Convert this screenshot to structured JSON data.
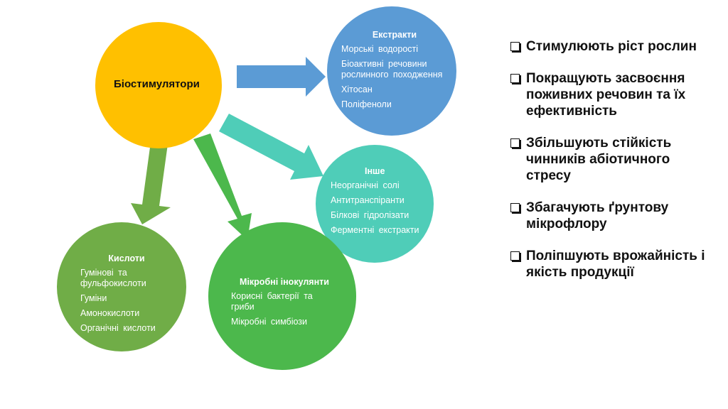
{
  "center": {
    "label": "Біостимулятори",
    "color": "#FFC000"
  },
  "circles": {
    "extracts": {
      "title": "Екстракти",
      "items": [
        "Морські водорості",
        "Біоактивні речовини рослинного походження",
        "Хітосан",
        "Поліфеноли"
      ],
      "color": "#5B9BD5"
    },
    "other": {
      "title": "Інше",
      "items": [
        "Неорганічні солі",
        "Антитранспіранти",
        "Білкові гідролізати",
        "Ферментні екстракти"
      ],
      "color": "#4FCDB8"
    },
    "acids": {
      "title": "Кислоти",
      "items": [
        "Гумінові та фульфокислоти",
        "Гуміни",
        "Амонокислоти",
        "Органічні кислоти"
      ],
      "color": "#70AD47"
    },
    "microbial": {
      "title": "Мікробні інокулянти",
      "items": [
        "Корисні бактерії та гриби",
        "Мікробні симбіози"
      ],
      "color": "#4CB84C"
    }
  },
  "benefits": [
    "Стимулюють ріст рослин",
    "Покращують засвоєння поживних речовин та їх ефективність",
    "Збільшують стійкість чинників абіотичного стресу",
    "Збагачують ґрунтову мікрофлору",
    "Поліпшують врожайність і якість продукції"
  ]
}
